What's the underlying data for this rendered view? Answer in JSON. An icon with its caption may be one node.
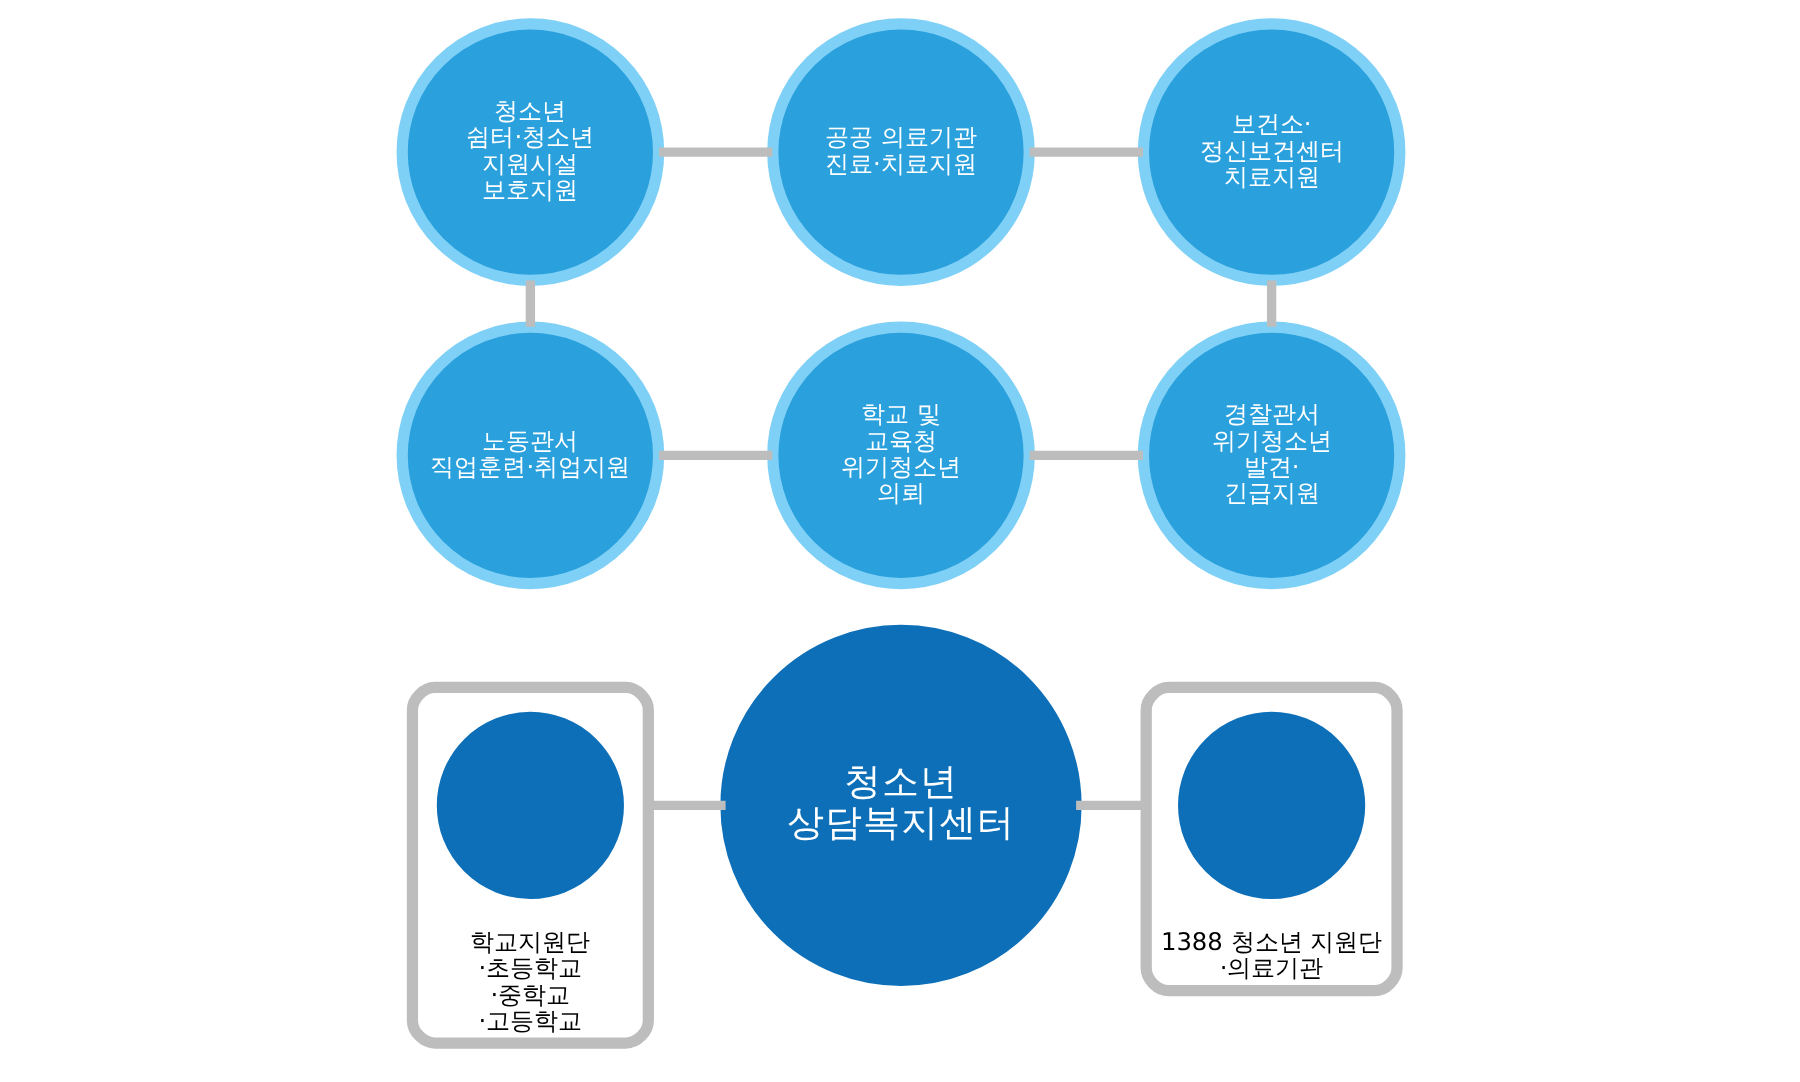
{
  "diagram": {
    "nodes": [
      {
        "text": [
          "학교 및 교육청",
          "위기청소년 의뢰"
        ]
      },
      {
        "text": [
          "노동관서",
          "직업훈련·취업지원"
        ]
      },
      {
        "text": [
          "경찰관서",
          "위기청소년 발견· 긴급지원"
        ]
      },
      {
        "text": [
          "청소년 상담복지센터"
        ]
      },
      {
        "text": [
          "학교지원단",
          "·초등학교",
          "·중학교",
          "·고등학교"
        ]
      },
      {
        "text": [],
        "shape": "circle",
        "in": 4
      },
      {
        "text": [
          "1388 청소년 지원단",
          "·의료기관"
        ]
      },
      {
        "text": [],
        "shape": "circle",
        "in": 6
      },
      {
        "text": [
          "청소년 쉼터·청소년 지원시설",
          "보호지원"
        ]
      },
      {
        "text": [
          "보건소· 정신보건센터",
          "치료지원"
        ]
      },
      {
        "text": [
          "공공 의료기관",
          "진료·치료지원"
        ]
      }
    ],
    "edges": [
      {
        "from": 0,
        "to": 2,
        "arrow": "none"
      },
      {
        "from": 2,
        "to": 9,
        "arrow": "none"
      },
      {
        "from": 9,
        "to": 10,
        "arrow": "none"
      },
      {
        "from": 10,
        "to": 8,
        "arrow": "none"
      },
      {
        "from": 8,
        "to": 1,
        "arrow": "none"
      },
      {
        "from": 1,
        "to": 0,
        "arrow": "none"
      },
      {
        "from": 4,
        "to": 3,
        "arrow": "none"
      },
      {
        "from": 6,
        "to": 3,
        "arrow": "none"
      }
    ]
  }
}
